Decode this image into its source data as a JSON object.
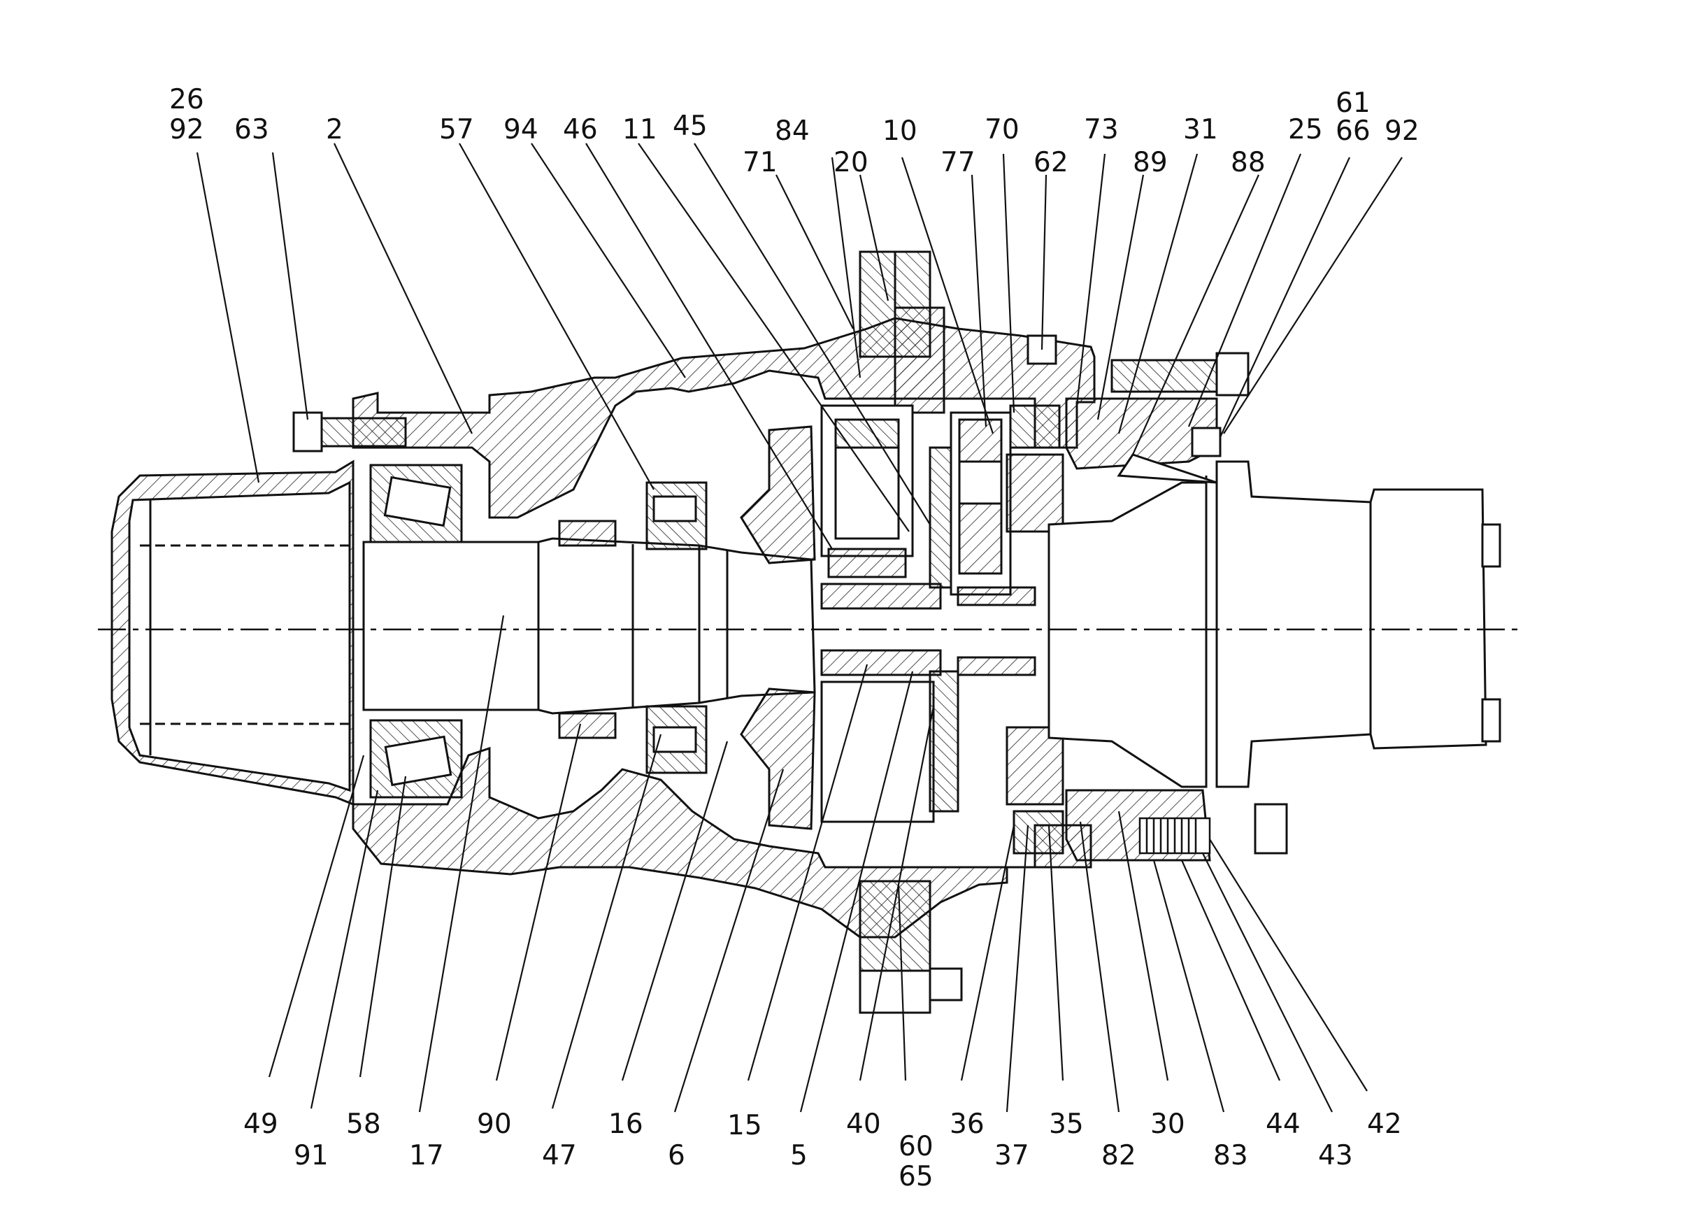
{
  "diagram": {
    "top_labels": [
      {
        "id": "26",
        "text": "26"
      },
      {
        "id": "92a",
        "text": "92"
      },
      {
        "id": "63",
        "text": "63"
      },
      {
        "id": "2",
        "text": "2"
      },
      {
        "id": "57",
        "text": "57"
      },
      {
        "id": "94",
        "text": "94"
      },
      {
        "id": "46",
        "text": "46"
      },
      {
        "id": "11",
        "text": "11"
      },
      {
        "id": "45",
        "text": "45"
      },
      {
        "id": "71",
        "text": "71"
      },
      {
        "id": "84",
        "text": "84"
      },
      {
        "id": "20",
        "text": "20"
      },
      {
        "id": "10",
        "text": "10"
      },
      {
        "id": "77",
        "text": "77"
      },
      {
        "id": "70",
        "text": "70"
      },
      {
        "id": "62",
        "text": "62"
      },
      {
        "id": "73",
        "text": "73"
      },
      {
        "id": "89",
        "text": "89"
      },
      {
        "id": "31",
        "text": "31"
      },
      {
        "id": "88",
        "text": "88"
      },
      {
        "id": "25",
        "text": "25"
      },
      {
        "id": "61",
        "text": "61"
      },
      {
        "id": "66",
        "text": "66"
      },
      {
        "id": "92b",
        "text": "92"
      }
    ],
    "bottom_labels": [
      {
        "id": "49",
        "text": "49"
      },
      {
        "id": "91",
        "text": "91"
      },
      {
        "id": "58",
        "text": "58"
      },
      {
        "id": "17",
        "text": "17"
      },
      {
        "id": "90",
        "text": "90"
      },
      {
        "id": "47",
        "text": "47"
      },
      {
        "id": "16",
        "text": "16"
      },
      {
        "id": "6",
        "text": "6"
      },
      {
        "id": "15",
        "text": "15"
      },
      {
        "id": "5",
        "text": "5"
      },
      {
        "id": "40",
        "text": "40"
      },
      {
        "id": "60",
        "text": "60"
      },
      {
        "id": "65",
        "text": "65"
      },
      {
        "id": "36",
        "text": "36"
      },
      {
        "id": "37",
        "text": "37"
      },
      {
        "id": "35",
        "text": "35"
      },
      {
        "id": "82",
        "text": "82"
      },
      {
        "id": "30",
        "text": "30"
      },
      {
        "id": "83",
        "text": "83"
      },
      {
        "id": "44",
        "text": "44"
      },
      {
        "id": "43",
        "text": "43"
      },
      {
        "id": "42",
        "text": "42"
      }
    ]
  }
}
